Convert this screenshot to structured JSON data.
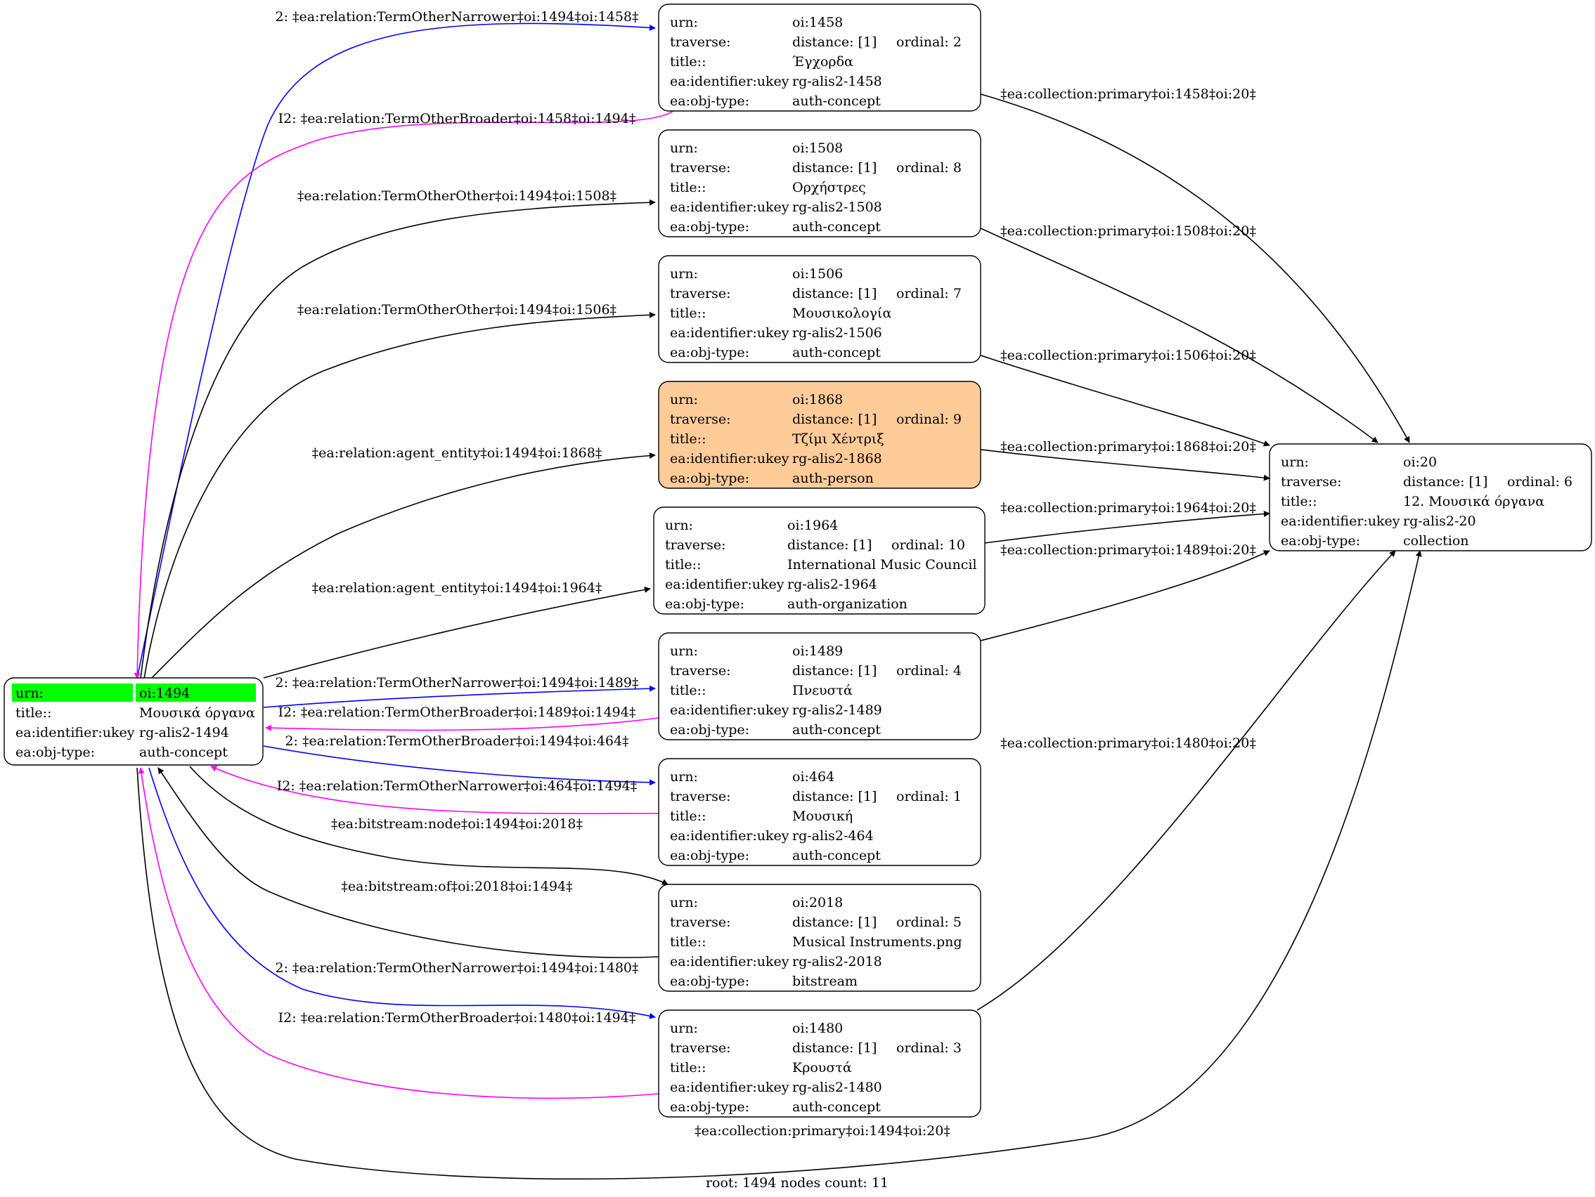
{
  "colors": {
    "black": "#000000",
    "blue": "#0000ff",
    "magenta": "#ff00ff",
    "highlight_node": "#ffcc99",
    "root_highlight": "#00ff00"
  },
  "footer": "root: 1494 nodes count: 11",
  "root_node": {
    "id": "oi:1494",
    "rows": [
      [
        "urn:",
        "oi:1494"
      ],
      [
        "title::",
        "Μουσικά όργανα"
      ],
      [
        "ea:identifier:ukey",
        "rg-alis2-1494"
      ],
      [
        "ea:obj-type:",
        "auth-concept"
      ]
    ]
  },
  "nodes": [
    {
      "id": "oi:1458",
      "urn": "oi:1458",
      "traverse": "distance: [1]",
      "ordinal": "ordinal: 2",
      "title": "Έγχορδα",
      "ukey": "rg-alis2-1458",
      "type": "auth-concept"
    },
    {
      "id": "oi:1508",
      "urn": "oi:1508",
      "traverse": "distance: [1]",
      "ordinal": "ordinal: 8",
      "title": "Ορχήστρες",
      "ukey": "rg-alis2-1508",
      "type": "auth-concept"
    },
    {
      "id": "oi:1506",
      "urn": "oi:1506",
      "traverse": "distance: [1]",
      "ordinal": "ordinal: 7",
      "title": "Μουσικολογία",
      "ukey": "rg-alis2-1506",
      "type": "auth-concept"
    },
    {
      "id": "oi:1868",
      "urn": "oi:1868",
      "traverse": "distance: [1]",
      "ordinal": "ordinal: 9",
      "title": "Τζίμι Χέντριξ",
      "ukey": "rg-alis2-1868",
      "type": "auth-person",
      "highlight": true
    },
    {
      "id": "oi:1964",
      "urn": "oi:1964",
      "traverse": "distance: [1]",
      "ordinal": "ordinal: 10",
      "title": "International Music Council",
      "ukey": "rg-alis2-1964",
      "type": "auth-organization"
    },
    {
      "id": "oi:1489",
      "urn": "oi:1489",
      "traverse": "distance: [1]",
      "ordinal": "ordinal: 4",
      "title": "Πνευστά",
      "ukey": "rg-alis2-1489",
      "type": "auth-concept"
    },
    {
      "id": "oi:464",
      "urn": "oi:464",
      "traverse": "distance: [1]",
      "ordinal": "ordinal: 1",
      "title": "Μουσική",
      "ukey": "rg-alis2-464",
      "type": "auth-concept"
    },
    {
      "id": "oi:2018",
      "urn": "oi:2018",
      "traverse": "distance: [1]",
      "ordinal": "ordinal: 5",
      "title": "Musical Instruments.png",
      "ukey": "rg-alis2-2018",
      "type": "bitstream"
    },
    {
      "id": "oi:1480",
      "urn": "oi:1480",
      "traverse": "distance: [1]",
      "ordinal": "ordinal: 3",
      "title": "Κρουστά",
      "ukey": "rg-alis2-1480",
      "type": "auth-concept"
    },
    {
      "id": "oi:20",
      "urn": "oi:20",
      "traverse": "distance: [1]",
      "ordinal": "ordinal: 6",
      "title": "12. Μουσικά όργανα",
      "ukey": "rg-alis2-20",
      "type": "collection"
    }
  ],
  "row_labels": [
    "urn:",
    "traverse:",
    "title::",
    "ea:identifier:ukey",
    "ea:obj-type:"
  ],
  "edges": [
    {
      "label": "2: ‡ea:relation:TermOtherNarrower‡oi:1494‡oi:1458‡",
      "color": "blue",
      "from": "oi:1494",
      "to": "oi:1458"
    },
    {
      "label": "I2: ‡ea:relation:TermOtherBroader‡oi:1458‡oi:1494‡",
      "color": "magenta",
      "from": "oi:1458",
      "to": "oi:1494"
    },
    {
      "label": "‡ea:relation:TermOtherOther‡oi:1494‡oi:1508‡",
      "color": "black",
      "from": "oi:1494",
      "to": "oi:1508"
    },
    {
      "label": "‡ea:relation:TermOtherOther‡oi:1494‡oi:1506‡",
      "color": "black",
      "from": "oi:1494",
      "to": "oi:1506"
    },
    {
      "label": "‡ea:relation:agent_entity‡oi:1494‡oi:1868‡",
      "color": "black",
      "from": "oi:1494",
      "to": "oi:1868"
    },
    {
      "label": "‡ea:relation:agent_entity‡oi:1494‡oi:1964‡",
      "color": "black",
      "from": "oi:1494",
      "to": "oi:1964"
    },
    {
      "label": "2: ‡ea:relation:TermOtherNarrower‡oi:1494‡oi:1489‡",
      "color": "blue",
      "from": "oi:1494",
      "to": "oi:1489"
    },
    {
      "label": "I2: ‡ea:relation:TermOtherBroader‡oi:1489‡oi:1494‡",
      "color": "magenta",
      "from": "oi:1489",
      "to": "oi:1494"
    },
    {
      "label": "2: ‡ea:relation:TermOtherBroader‡oi:1494‡oi:464‡",
      "color": "blue",
      "from": "oi:1494",
      "to": "oi:464"
    },
    {
      "label": "I2: ‡ea:relation:TermOtherNarrower‡oi:464‡oi:1494‡",
      "color": "magenta",
      "from": "oi:464",
      "to": "oi:1494"
    },
    {
      "label": "‡ea:bitstream:node‡oi:1494‡oi:2018‡",
      "color": "black",
      "from": "oi:1494",
      "to": "oi:2018"
    },
    {
      "label": "‡ea:bitstream:of‡oi:2018‡oi:1494‡",
      "color": "black",
      "from": "oi:2018",
      "to": "oi:1494"
    },
    {
      "label": "2: ‡ea:relation:TermOtherNarrower‡oi:1494‡oi:1480‡",
      "color": "blue",
      "from": "oi:1494",
      "to": "oi:1480"
    },
    {
      "label": "I2: ‡ea:relation:TermOtherBroader‡oi:1480‡oi:1494‡",
      "color": "magenta",
      "from": "oi:1480",
      "to": "oi:1494"
    },
    {
      "label": "‡ea:collection:primary‡oi:1494‡oi:20‡",
      "color": "black",
      "from": "oi:1494",
      "to": "oi:20"
    },
    {
      "label": "‡ea:collection:primary‡oi:1458‡oi:20‡",
      "color": "black",
      "from": "oi:1458",
      "to": "oi:20"
    },
    {
      "label": "‡ea:collection:primary‡oi:1508‡oi:20‡",
      "color": "black",
      "from": "oi:1508",
      "to": "oi:20"
    },
    {
      "label": "‡ea:collection:primary‡oi:1506‡oi:20‡",
      "color": "black",
      "from": "oi:1506",
      "to": "oi:20"
    },
    {
      "label": "‡ea:collection:primary‡oi:1868‡oi:20‡",
      "color": "black",
      "from": "oi:1868",
      "to": "oi:20"
    },
    {
      "label": "‡ea:collection:primary‡oi:1964‡oi:20‡",
      "color": "black",
      "from": "oi:1964",
      "to": "oi:20"
    },
    {
      "label": "‡ea:collection:primary‡oi:1489‡oi:20‡",
      "color": "black",
      "from": "oi:1489",
      "to": "oi:20"
    },
    {
      "label": "‡ea:collection:primary‡oi:1480‡oi:20‡",
      "color": "black",
      "from": "oi:1480",
      "to": "oi:20"
    }
  ]
}
